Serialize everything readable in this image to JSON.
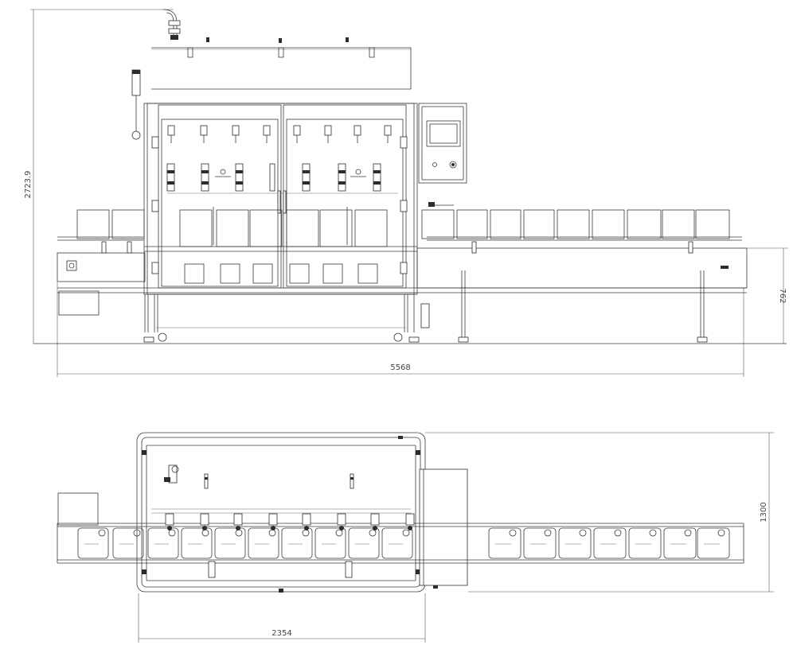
{
  "dimensions": {
    "height": "2723.9",
    "table_height": "762",
    "total_length": "5568",
    "width": "1300",
    "frame_length": "2354"
  },
  "colors": {
    "line": "#3a3a3a",
    "dark": "#2b2b2b",
    "background": "#ffffff"
  }
}
